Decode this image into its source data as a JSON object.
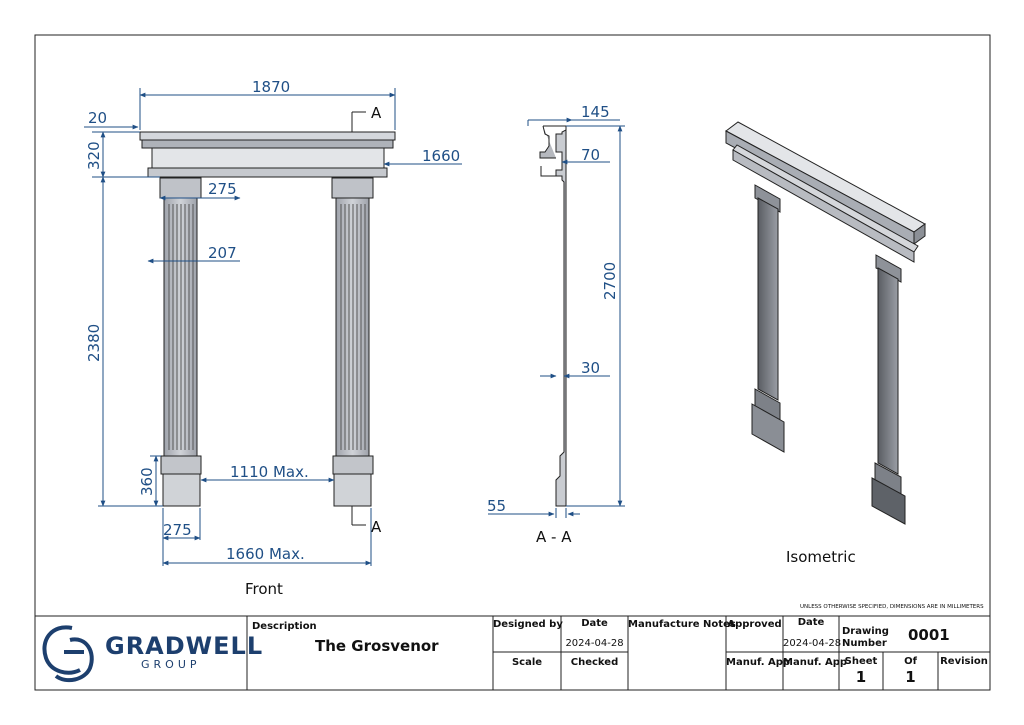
{
  "front": {
    "label": "Front",
    "dims": {
      "overall_width": "1870",
      "overhang": "20",
      "cornice_height": "320",
      "frieze_width": "1660",
      "capital_width": "275",
      "shaft_width": "207",
      "total_height": "2380",
      "plinth_height": "360",
      "opening": "1110 Max.",
      "plinth_width": "275",
      "overall_max": "1660 Max."
    },
    "section_mark_top": "A",
    "section_mark_bottom": "A"
  },
  "section": {
    "label": "A - A",
    "dims": {
      "top_depth": "145",
      "frieze_depth": "70",
      "total_height": "2700",
      "shaft_depth": "30",
      "base_depth": "55"
    }
  },
  "isometric": {
    "label": "Isometric"
  },
  "title_block": {
    "note": "UNLESS OTHERWISE SPECIFIED, DIMENSIONS ARE IN MILLIMETERS",
    "logo_name": "GRADWELL",
    "logo_sub": "GROUP",
    "description_label": "Description",
    "description": "The Grosvenor",
    "designed_by_label": "Designed by",
    "date_label": "Date",
    "date_value": "2024-04-28",
    "manufacture_notes_label": "Manufacture Notes",
    "approved_label": "Approved",
    "approved_date_label": "Date",
    "approved_date_value": "2024-04-28",
    "drawing_number_label_1": "Drawing",
    "drawing_number_label_2": "Number",
    "drawing_number": "0001",
    "scale_label": "Scale",
    "checked_label": "Checked",
    "manuf_app_label_1": "Manuf. App",
    "manuf_app_label_2": "Manuf. App",
    "sheet_label": "Sheet",
    "sheet_value": "1",
    "of_label": "Of",
    "of_value": "1",
    "revision_label": "Revision"
  },
  "colors": {
    "dimension": "#1f4f86",
    "logo": "#1d3f6e",
    "column": "#b9bcc3"
  }
}
